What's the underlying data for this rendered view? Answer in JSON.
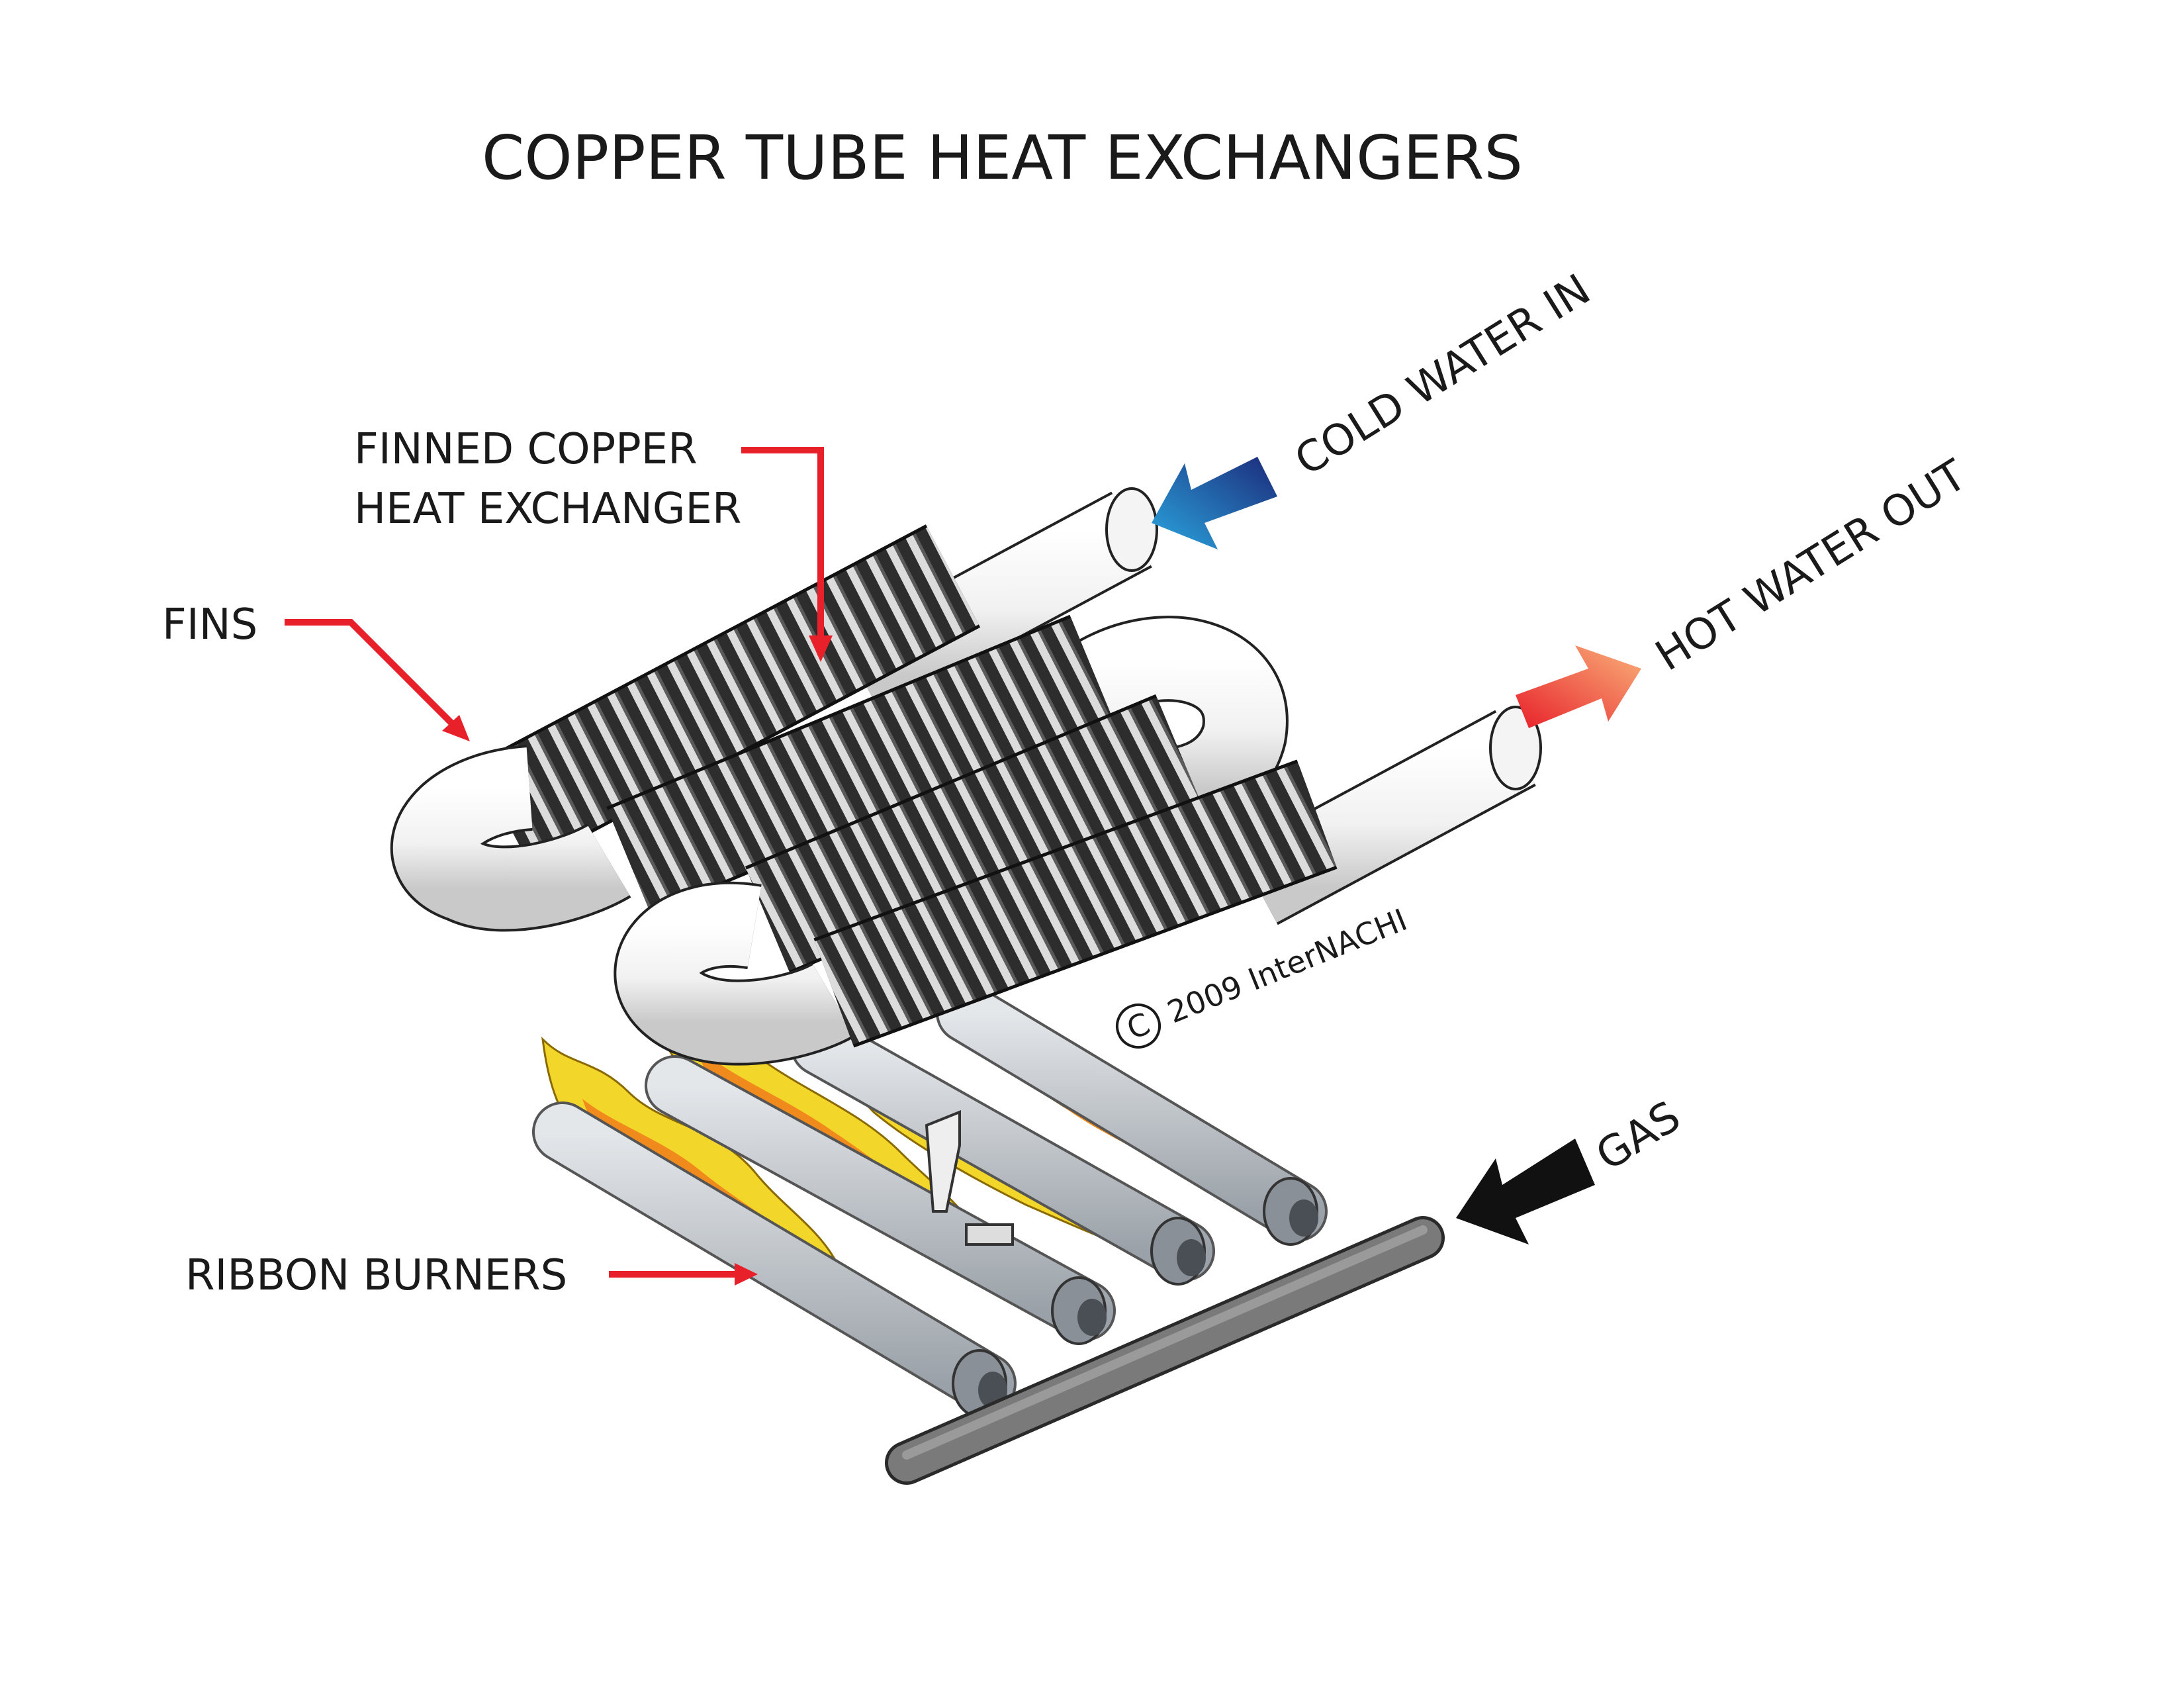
{
  "title": "COPPER TUBE HEAT EXCHANGERS",
  "labels": {
    "finned_line1": "FINNED COPPER",
    "finned_line2": "HEAT EXCHANGER",
    "fins": "FINS",
    "cold_water_in": "COLD WATER IN",
    "hot_water_out": "HOT WATER OUT",
    "gas": "GAS",
    "ribbon_burners": "RIBBON BURNERS"
  },
  "copyright": "2009 InterNACHI",
  "copyright_symbol": "C",
  "colors": {
    "leader_arrow": "#e8202a",
    "cold_arrow": "#1f3f8f",
    "hot_arrow": "#f05a28",
    "gas_arrow": "#111111",
    "fins": "#3a3a3a",
    "tube": "#f2f2f2",
    "burner": "#c8cdd3",
    "flame_yellow": "#f3d62a",
    "flame_orange": "#f08a1c",
    "gas_pipe": "#6b6b6b"
  }
}
